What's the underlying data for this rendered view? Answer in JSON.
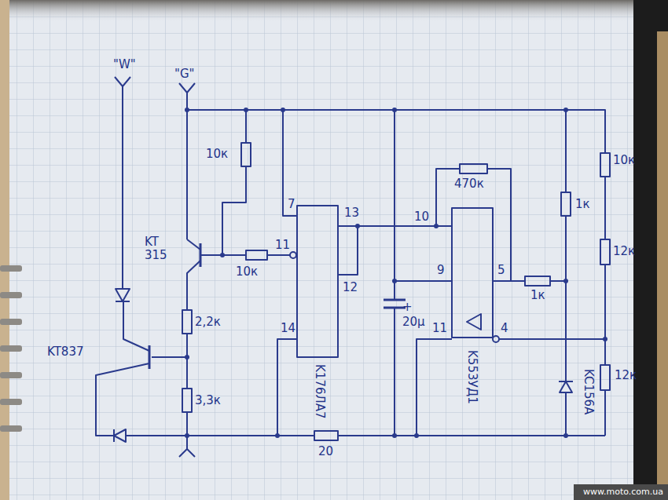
{
  "diagram": {
    "labels": [
      "\"W\"",
      "\"G\"",
      "10к",
      "KT 315",
      "10к",
      "11",
      "7",
      "13",
      "12",
      "14",
      "K176ЛА7",
      "2,2к",
      "KT837",
      "3,3к",
      "+",
      "20µ",
      "20",
      "470к",
      "10",
      "9",
      "5",
      "4",
      "11",
      "K553УД1",
      "KC156A",
      "1к",
      "1к",
      "10к",
      "12к",
      "12к",
      "www.moto.com.ua"
    ]
  }
}
